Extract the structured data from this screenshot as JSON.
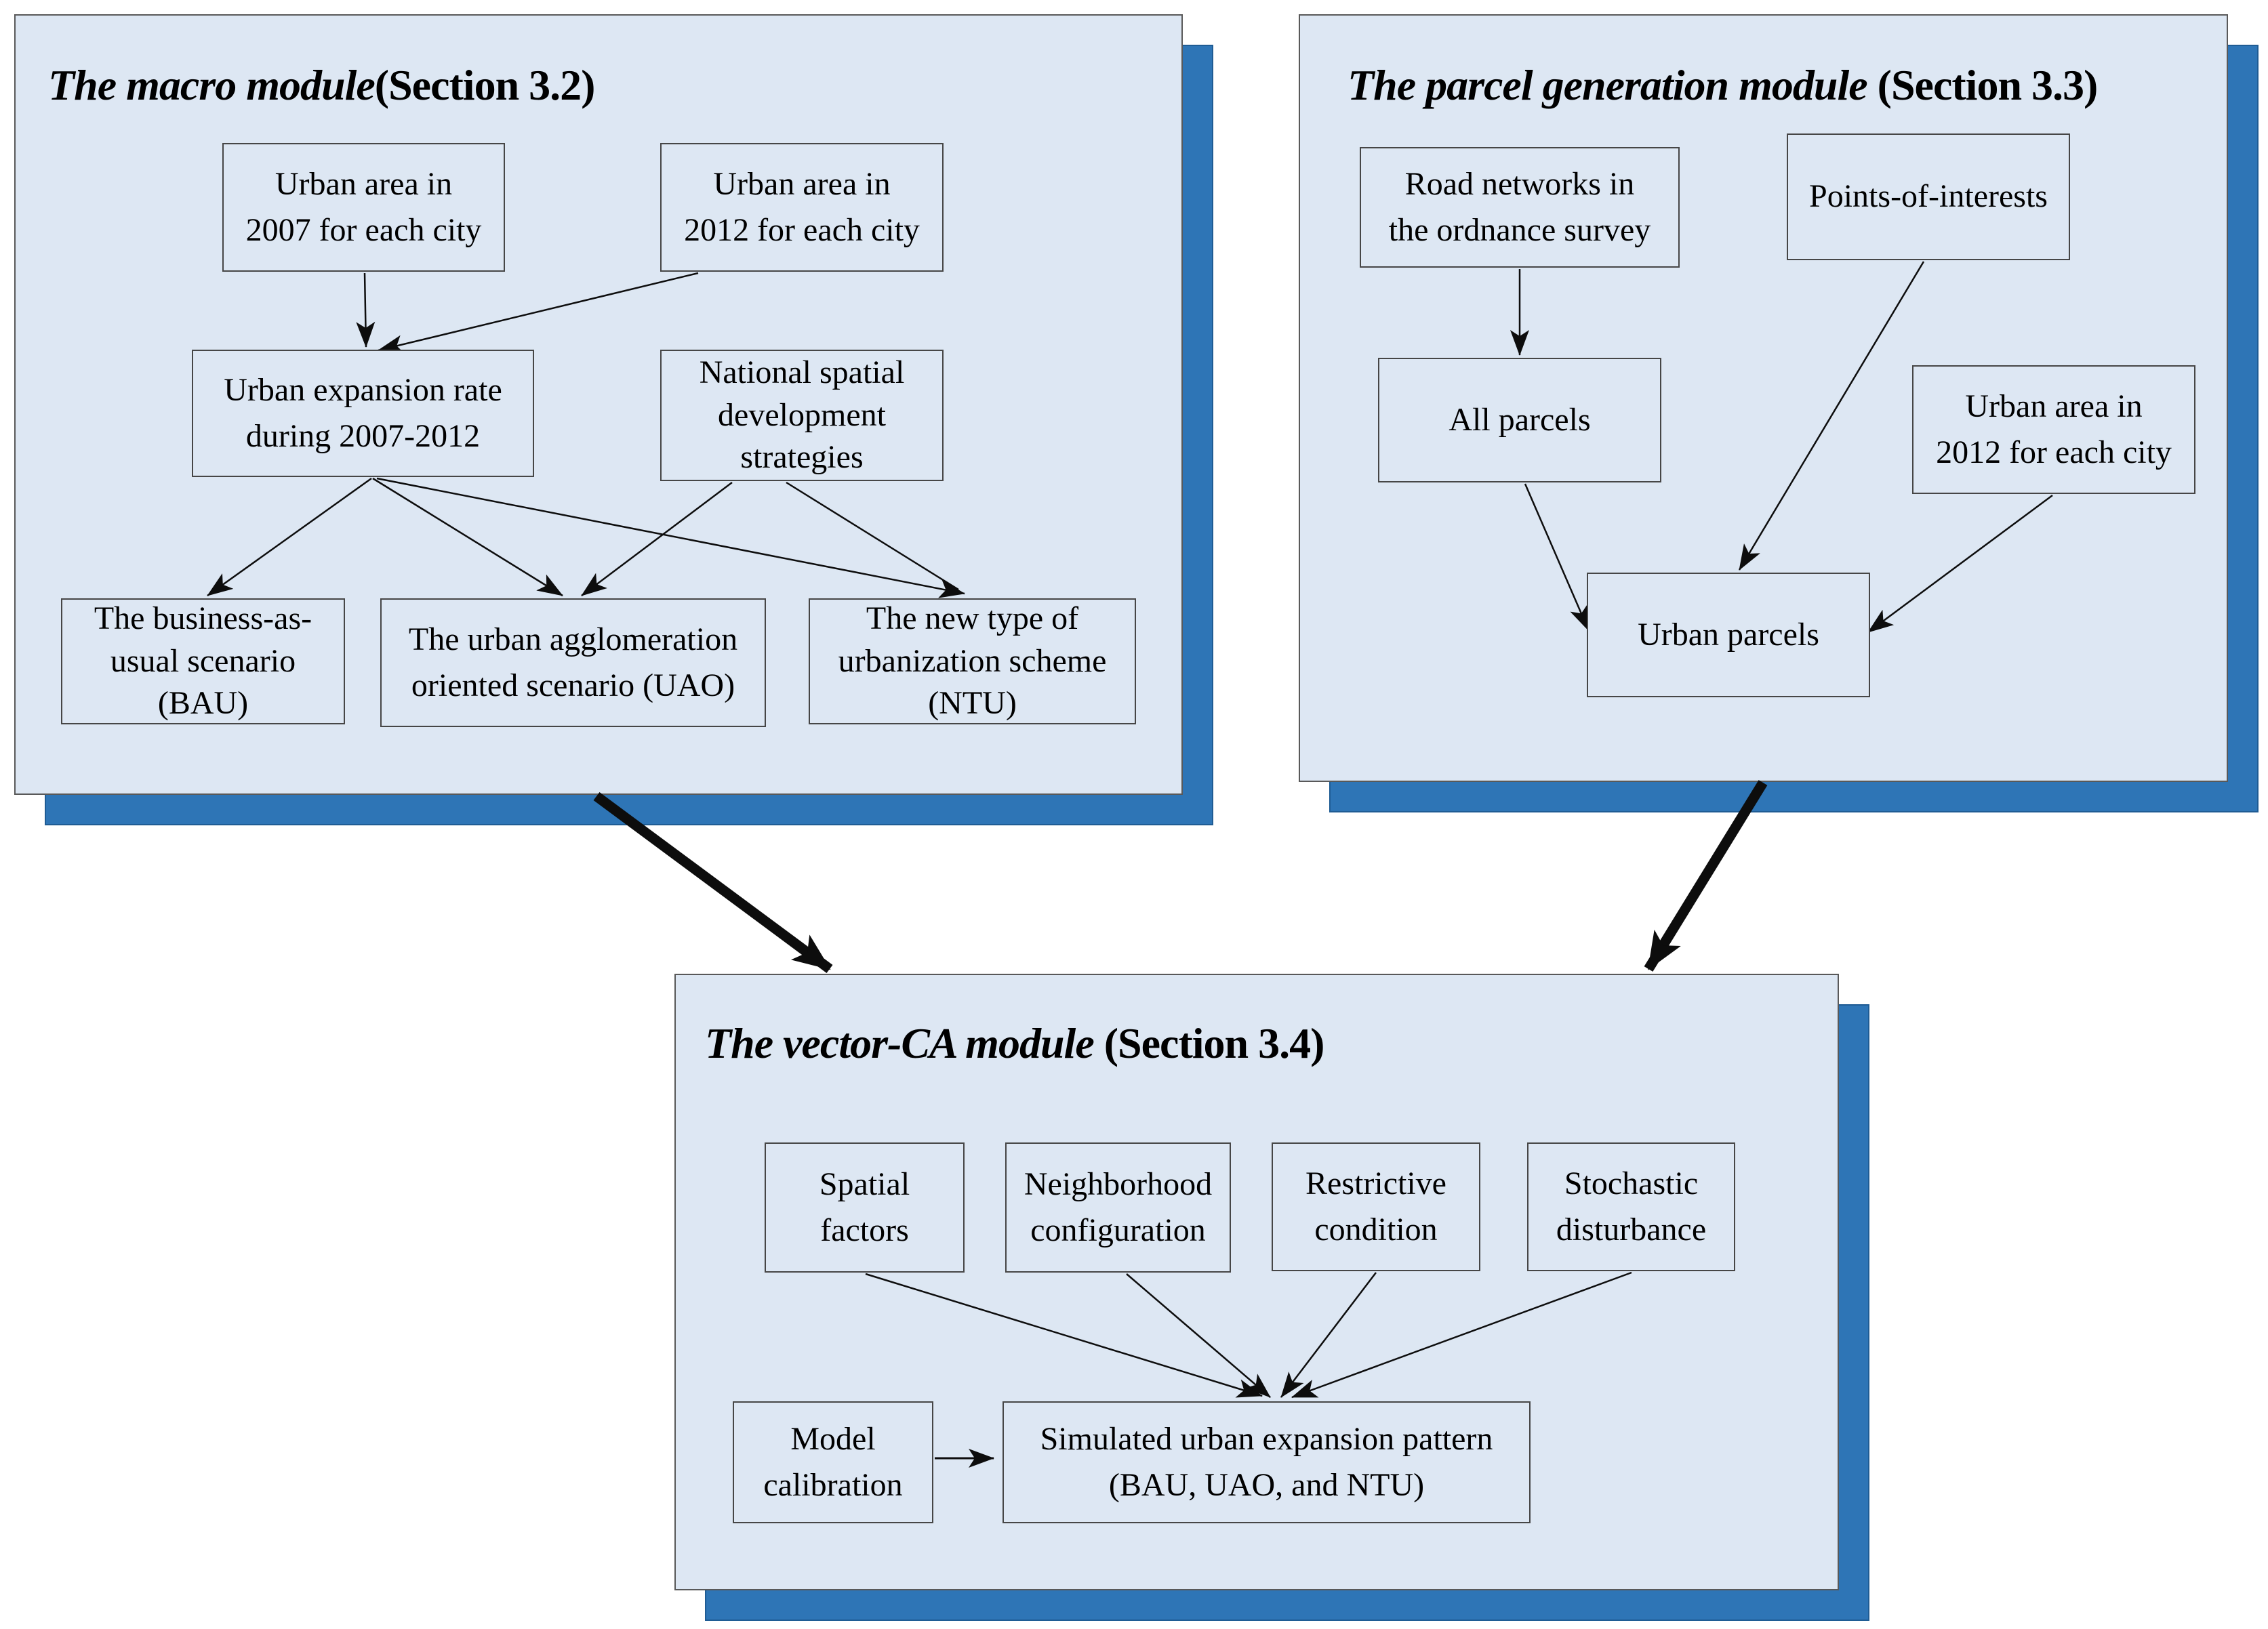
{
  "figure": {
    "description": "Flow diagram of a three-module urban expansion simulation framework"
  },
  "colors": {
    "page_bg": "#ffffff",
    "panel_fill": "#dde7f3",
    "panel_border": "#595959",
    "shadow_blue": "#2e75b6",
    "box_border": "#464646",
    "connector": "#0d0d0d",
    "text": "#000000"
  },
  "modules": {
    "macro": {
      "title_em": "The macro module",
      "title_rest": "(Section 3.2)",
      "boxes": {
        "urban_2007": "Urban area in\n2007 for each city",
        "urban_2012": "Urban area in\n2012 for each city",
        "expansion_rate": "Urban expansion rate\nduring 2007-2012",
        "national_strategies": "National spatial\ndevelopment\nstrategies",
        "bau": "The business-as-\nusual scenario\n(BAU)",
        "uao": "The urban agglomeration\noriented scenario (UAO)",
        "ntu": "The new type of\nurbanization scheme\n(NTU)"
      }
    },
    "parcel": {
      "title_em": "The parcel generation module",
      "title_rest": " (Section 3.3)",
      "boxes": {
        "road_networks": "Road networks in\nthe ordnance survey",
        "poi": "Points-of-interests",
        "all_parcels": "All parcels",
        "urban_2012": "Urban area in\n2012 for each city",
        "urban_parcels": "Urban parcels"
      }
    },
    "vector": {
      "title_em": "The vector-CA module",
      "title_rest": " (Section 3.4)",
      "boxes": {
        "spatial_factors": "Spatial\nfactors",
        "neighborhood": "Neighborhood\nconfiguration",
        "restrictive": "Restrictive\ncondition",
        "stochastic": "Stochastic\ndisturbance",
        "model_calibration": "Model\ncalibration",
        "simulated": "Simulated urban expansion pattern\n(BAU, UAO, and NTU)"
      }
    }
  },
  "edges": [
    {
      "from": "urban-area-2007",
      "to": "urban-expansion-rate",
      "style": "thin"
    },
    {
      "from": "urban-area-2012-macro",
      "to": "urban-expansion-rate",
      "style": "thin"
    },
    {
      "from": "urban-expansion-rate",
      "to": "bau-scenario",
      "style": "thin"
    },
    {
      "from": "urban-expansion-rate",
      "to": "uao-scenario",
      "style": "thin"
    },
    {
      "from": "urban-expansion-rate",
      "to": "ntu-scheme",
      "style": "thin"
    },
    {
      "from": "national-spatial-strategies",
      "to": "uao-scenario",
      "style": "thin"
    },
    {
      "from": "national-spatial-strategies",
      "to": "ntu-scheme",
      "style": "thin"
    },
    {
      "from": "road-networks",
      "to": "all-parcels",
      "style": "thin"
    },
    {
      "from": "points-of-interests",
      "to": "urban-parcels",
      "style": "thin"
    },
    {
      "from": "all-parcels",
      "to": "urban-parcels",
      "style": "thin"
    },
    {
      "from": "urban-area-2012-parcel",
      "to": "urban-parcels",
      "style": "thin"
    },
    {
      "from": "spatial-factors",
      "to": "simulated-pattern",
      "style": "thin"
    },
    {
      "from": "neighborhood-configuration",
      "to": "simulated-pattern",
      "style": "thin"
    },
    {
      "from": "restrictive-condition",
      "to": "simulated-pattern",
      "style": "thin"
    },
    {
      "from": "stochastic-disturbance",
      "to": "simulated-pattern",
      "style": "thin"
    },
    {
      "from": "model-calibration",
      "to": "simulated-pattern",
      "style": "thin"
    },
    {
      "from": "macro-module",
      "to": "vector-ca-module",
      "style": "thick"
    },
    {
      "from": "parcel-generation-module",
      "to": "vector-ca-module",
      "style": "thick"
    }
  ]
}
